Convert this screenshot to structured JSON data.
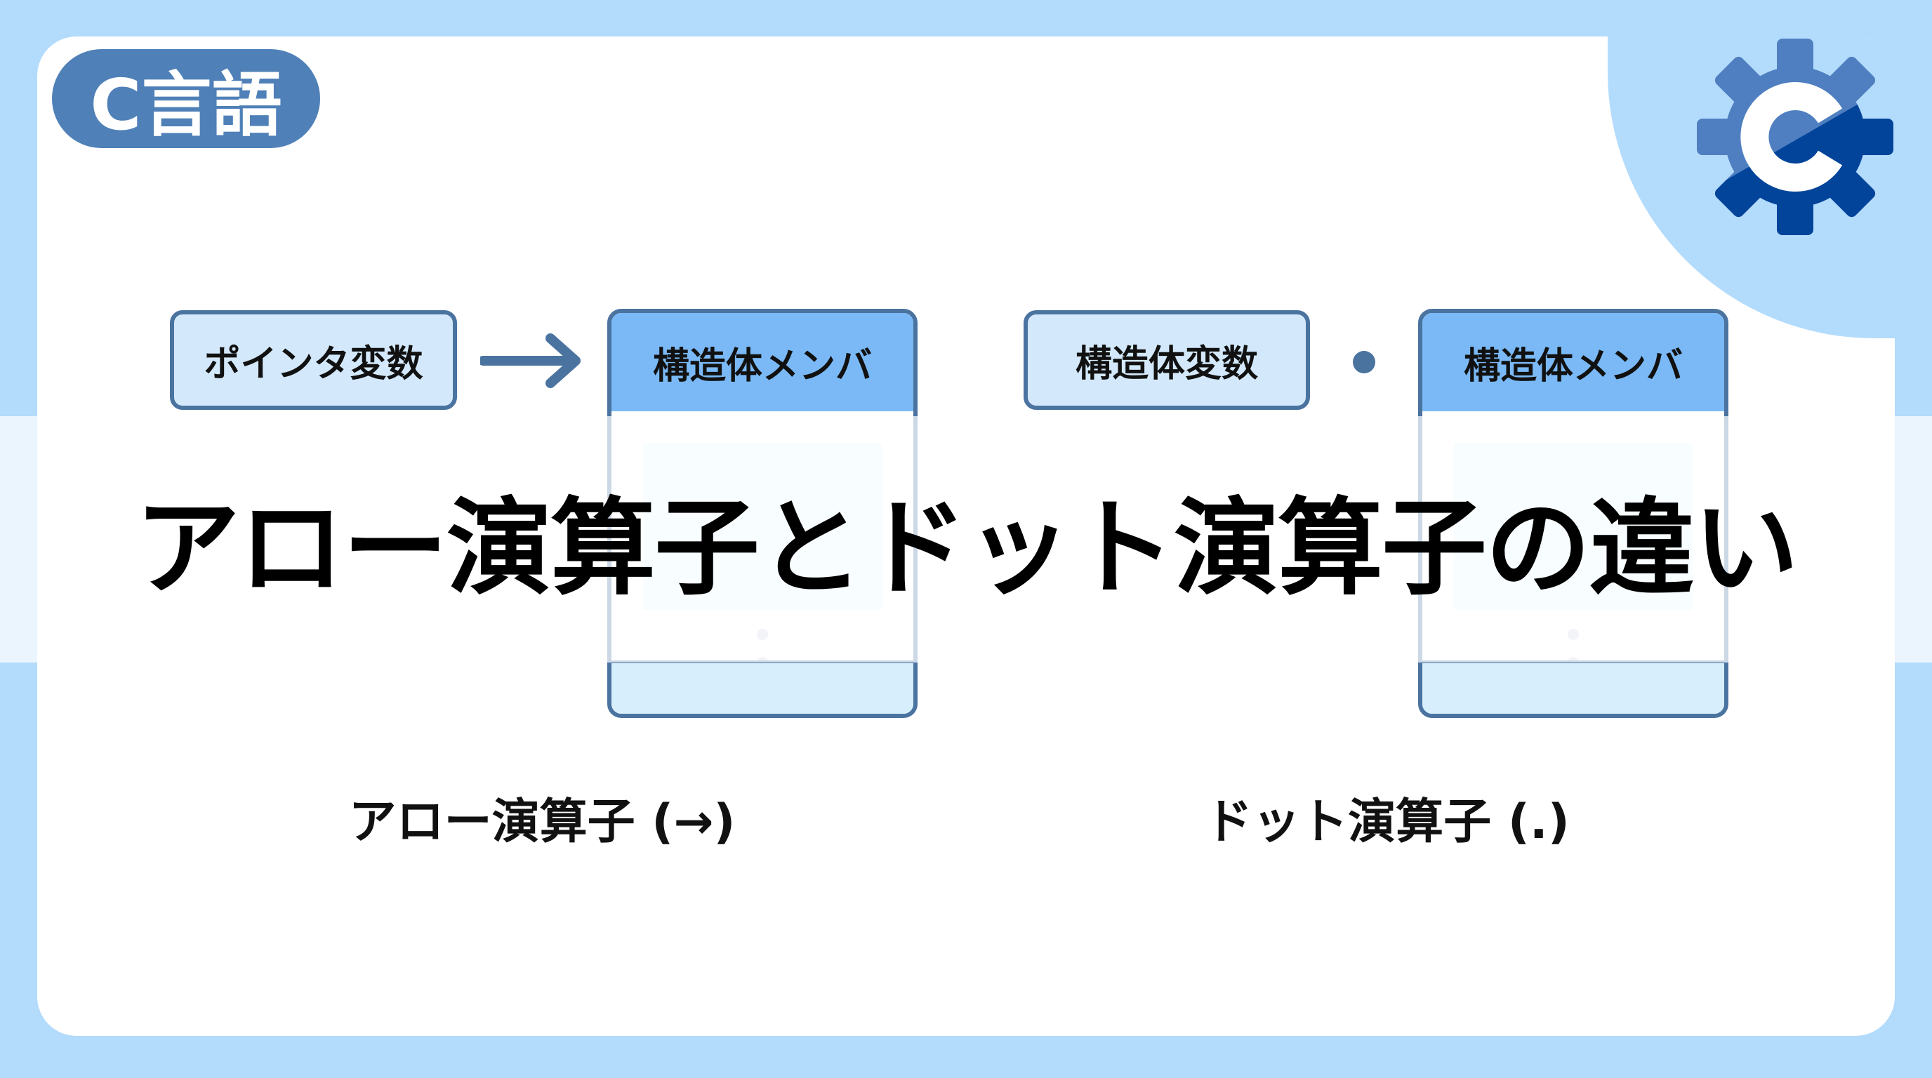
{
  "badge": {
    "label": "C言語"
  },
  "logo": {
    "icon": "c-gear-icon",
    "colors": {
      "light": "#4f7fc0",
      "dark": "#02449a"
    }
  },
  "arrow_side": {
    "pointer_box": "ポインタ変数",
    "struct_member": "構造体メンバ",
    "operator_label": "アロー演算子 (→)"
  },
  "dot_side": {
    "struct_var_box": "構造体変数",
    "struct_member": "構造体メンバ",
    "operator_label": "ドット演算子 (.)"
  },
  "title": "アロー演算子とドット演算子の違い",
  "colors": {
    "background": "#b3dbfc",
    "accent": "#4a73a0",
    "header": "#7ab9f5"
  }
}
